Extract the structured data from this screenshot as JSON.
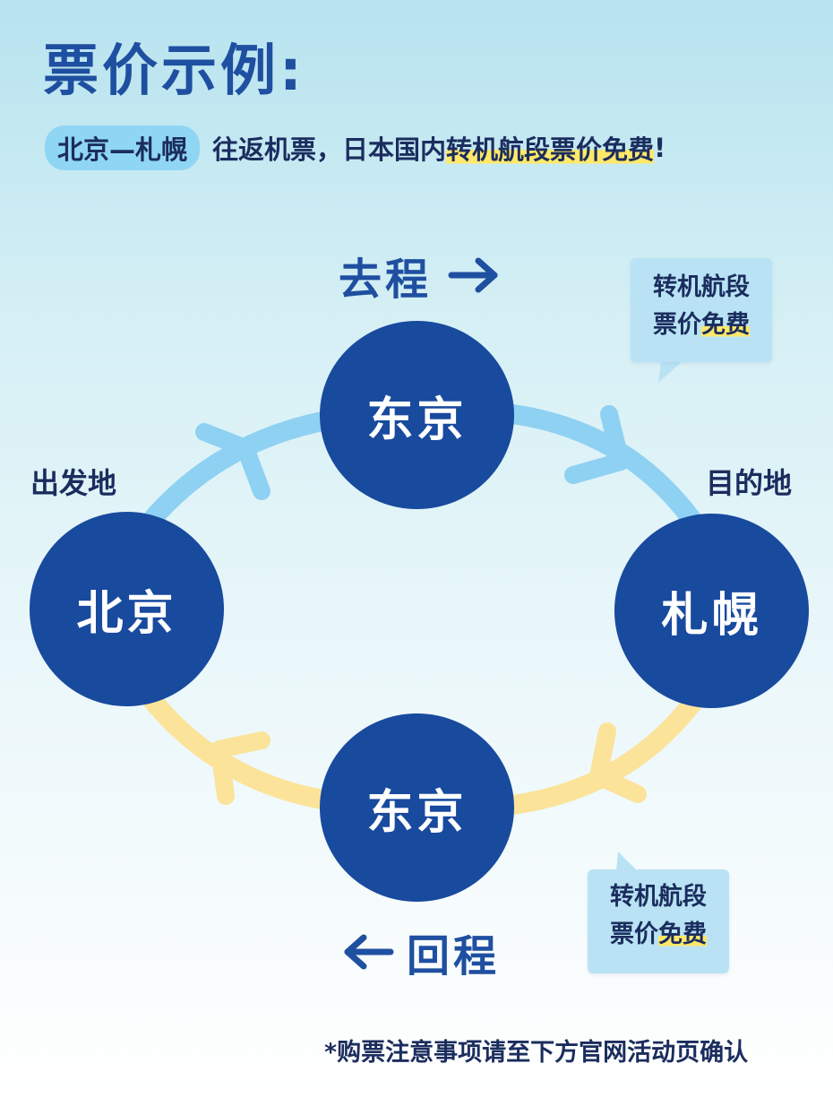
{
  "title": "票价示例:",
  "subtitle": {
    "route_pill": "北京—札幌",
    "text_plain": "往返机票，日本国内",
    "text_highlight": "转机航段票价免费",
    "text_end": "!"
  },
  "directions": {
    "outbound": "去程",
    "return": "回程"
  },
  "labels": {
    "origin": "出发地",
    "destination": "目的地"
  },
  "nodes": {
    "beijing": "北京",
    "tokyo_outbound": "东京",
    "sapporo": "札幌",
    "tokyo_return": "东京"
  },
  "callouts": {
    "top_line1": "转机航段",
    "top_line2_plain": "票价",
    "top_line2_highlight": "免费",
    "bottom_line1": "转机航段",
    "bottom_line2_plain": "票价",
    "bottom_line2_highlight": "免费"
  },
  "colors": {
    "node_fill": "#184a9e",
    "outbound_path": "#8fd1f2",
    "return_path": "#fbe39a",
    "highlight": "#ffe86a",
    "title": "#1f4fa0"
  },
  "footnote": "*购票注意事项请至下方官网活动页确认"
}
